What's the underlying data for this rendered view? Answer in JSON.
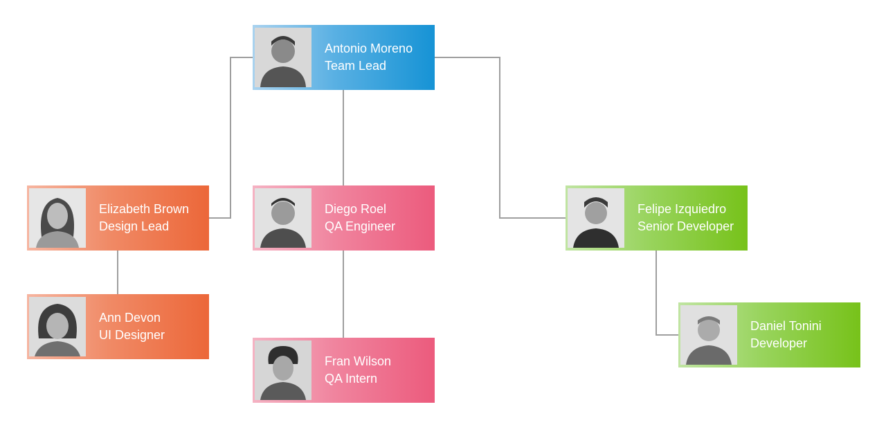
{
  "colors": {
    "blue": "#1693d5",
    "orange": "#ec6739",
    "pink": "#ec5b7d",
    "green": "#77c21a",
    "connector": "#9e9e9e"
  },
  "nodes": [
    {
      "id": "antonio",
      "name": "Antonio Moreno",
      "title": "Team Lead",
      "color": "blue",
      "photo_icon": "person-photo-icon"
    },
    {
      "id": "elizabeth",
      "name": "Elizabeth Brown",
      "title": "Design Lead",
      "color": "orange",
      "photo_icon": "person-photo-icon"
    },
    {
      "id": "ann",
      "name": "Ann Devon",
      "title": "UI Designer",
      "color": "orange",
      "photo_icon": "person-photo-icon"
    },
    {
      "id": "diego",
      "name": "Diego Roel",
      "title": "QA Engineer",
      "color": "pink",
      "photo_icon": "person-photo-icon"
    },
    {
      "id": "fran",
      "name": "Fran Wilson",
      "title": "QA Intern",
      "color": "pink",
      "photo_icon": "person-photo-icon"
    },
    {
      "id": "felipe",
      "name": "Felipe Izquiedro",
      "title": "Senior Developer",
      "color": "green",
      "photo_icon": "person-photo-icon"
    },
    {
      "id": "daniel",
      "name": "Daniel Tonini",
      "title": "Developer",
      "color": "green",
      "photo_icon": "person-photo-icon"
    }
  ]
}
